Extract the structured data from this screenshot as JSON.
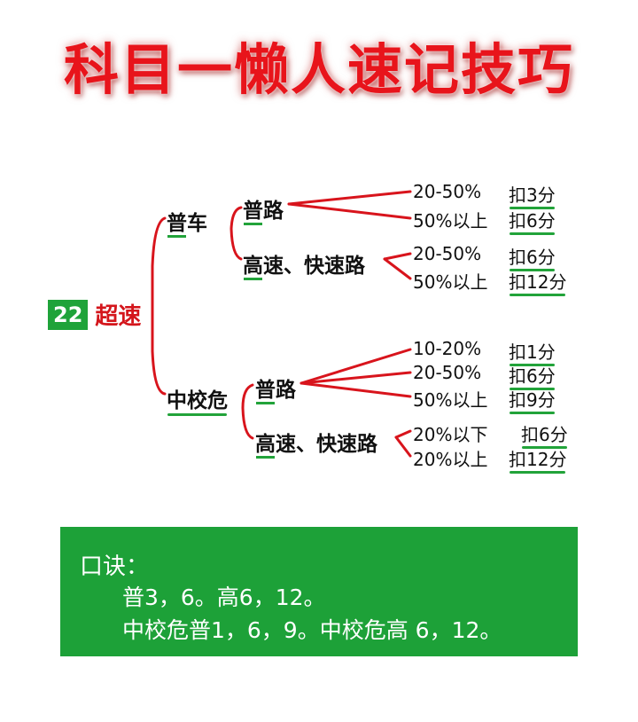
{
  "title": "科目一懒人速记技巧",
  "root": {
    "badge": "22",
    "label": "超速"
  },
  "branches": [
    {
      "label": "普车",
      "roads": [
        {
          "label": "普路",
          "rules": [
            {
              "range": "20-50%",
              "penalty": "扣3分"
            },
            {
              "range": "50%以上",
              "penalty": "扣6分"
            }
          ]
        },
        {
          "label": "高速、快速路",
          "rules": [
            {
              "range": "20-50%",
              "penalty": "扣6分"
            },
            {
              "range": "50%以上",
              "penalty": "扣12分"
            }
          ]
        }
      ]
    },
    {
      "label": "中校危",
      "roads": [
        {
          "label": "普路",
          "rules": [
            {
              "range": "10-20%",
              "penalty": "扣1分"
            },
            {
              "range": "20-50%",
              "penalty": "扣6分"
            },
            {
              "range": "50%以上",
              "penalty": "扣9分"
            }
          ]
        },
        {
          "label": "高速、快速路",
          "rules": [
            {
              "range": "20%以下",
              "penalty": "扣6分"
            },
            {
              "range": "20%以上",
              "penalty": "扣12分"
            }
          ]
        }
      ]
    }
  ],
  "mnemonic": {
    "title": "口诀：",
    "line1": "普3，6。高6，12。",
    "line2": "中校危普1，6，9。中校危高 6，12。"
  },
  "colors": {
    "title": "#e8141b",
    "line": "#d8141c",
    "accent_green": "#1da138",
    "root_label": "#d4161c"
  }
}
